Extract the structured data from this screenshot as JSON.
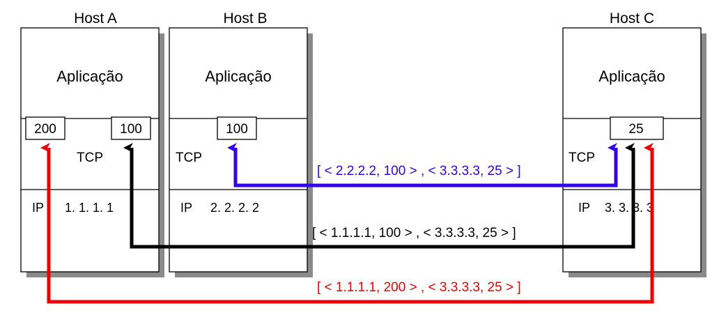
{
  "hosts": [
    {
      "title": "Host A",
      "app_label": "Aplicação",
      "tcp_label": "TCP",
      "ip_label": "IP",
      "ip_address": "1. 1. 1. 1",
      "ports": [
        "200",
        "100"
      ]
    },
    {
      "title": "Host B",
      "app_label": "Aplicação",
      "tcp_label": "TCP",
      "ip_label": "IP",
      "ip_address": "2. 2. 2. 2",
      "ports": [
        "100"
      ]
    },
    {
      "title": "Host C",
      "app_label": "Aplicação",
      "tcp_label": "TCP",
      "ip_label": "IP",
      "ip_address": "3. 3. 3. 3",
      "ports": [
        "25"
      ]
    }
  ],
  "connections": [
    {
      "label": "[ < 2.2.2.2, 100 > , < 3.3.3.3, 25 > ]",
      "color": "#3300ee"
    },
    {
      "label": "[ < 1.1.1.1, 100 > , < 3.3.3.3, 25 > ]",
      "color": "#000000"
    },
    {
      "label": "[ < 1.1.1.1, 200 > , < 3.3.3.3, 25 > ]",
      "color": "#ee0000"
    }
  ]
}
